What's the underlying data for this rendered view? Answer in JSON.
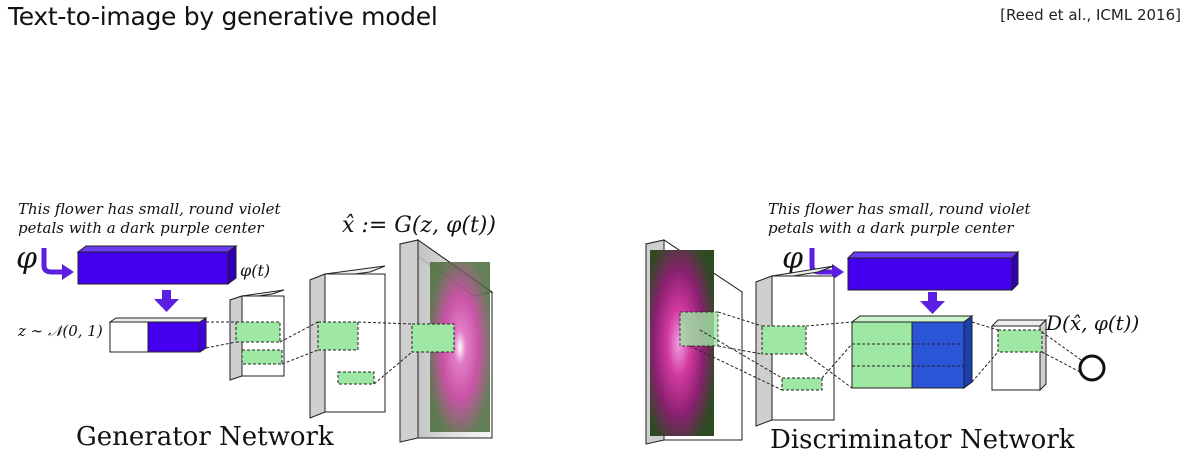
{
  "header": {
    "title": "Text-to-image by generative model",
    "citation": "[Reed et al., ICML 2016]"
  },
  "generator": {
    "caption_line1": "This flower has small, round violet",
    "caption_line2": "petals with a dark purple center",
    "phi_symbol": "φ",
    "embedding_label": "φ(t)",
    "noise_label": "z ∼ 𝒩(0, 1)",
    "output_label": "x̂ := G(z, φ(t))",
    "network_label": "Generator Network"
  },
  "discriminator": {
    "caption_line1": "This flower has small, round violet",
    "caption_line2": "petals with a dark purple center",
    "phi_symbol": "φ",
    "output_label": "D(x̂, φ(t))",
    "network_label": "Discriminator Network"
  },
  "colors": {
    "embedding": "#4400ee",
    "arrow": "#5a1fe0",
    "feature_green": "#9ee8a4",
    "concat_blue": "#2a55d6",
    "gray_face": "#cfcfcf"
  }
}
